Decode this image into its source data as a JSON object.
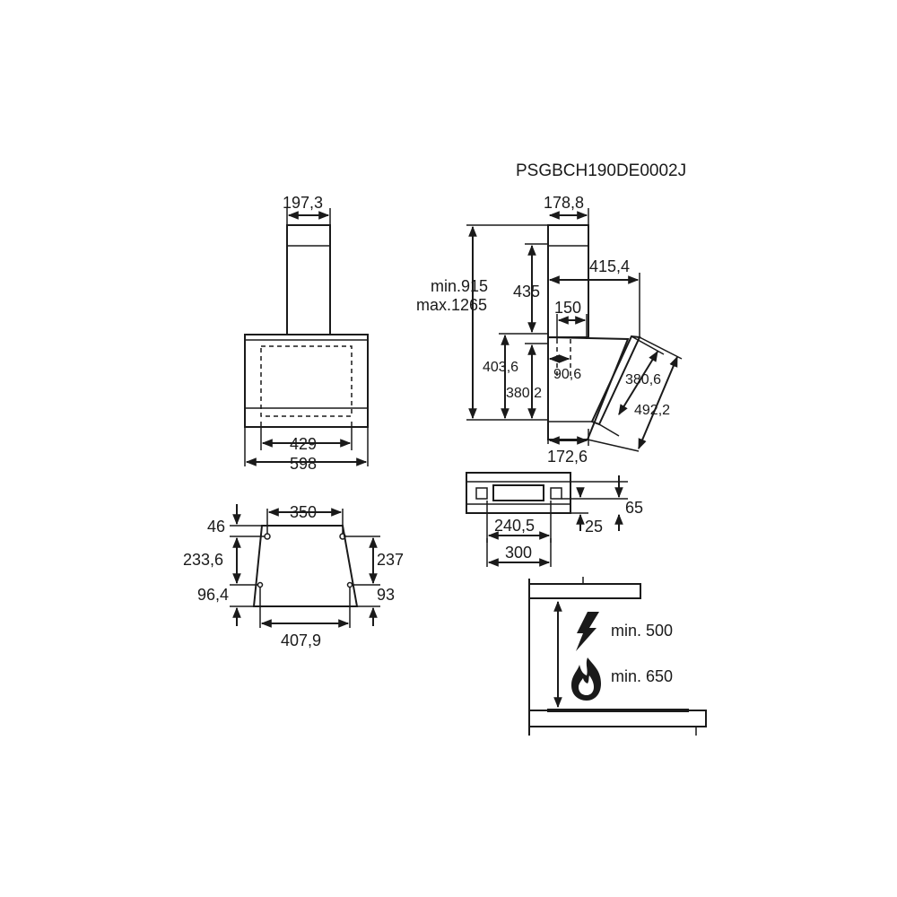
{
  "model_code": "PSGBCH190DE0002J",
  "front_view": {
    "chimney_width": "197,3",
    "inner_width": "429",
    "total_width": "598"
  },
  "side_view": {
    "chimney_depth": "178,8",
    "depth_top": "415,4",
    "height_min": "min.915",
    "height_max": "max.1265",
    "chimney_height": "435",
    "outlet_width": "150",
    "body_height": "403,6",
    "outlet_offset": "90,6",
    "body_height_inner": "380,2",
    "panel_height": "380,6",
    "panel_length": "492,2",
    "base_depth": "172,6"
  },
  "mounting_view": {
    "top_offset": "46",
    "top_hole_spacing": "350",
    "left_hole_height": "233,6",
    "right_hole_height": "237",
    "left_bottom_offset": "96,4",
    "right_bottom_offset": "93",
    "bottom_hole_spacing": "407,9"
  },
  "bracket_view": {
    "slot_height": "65",
    "slot_offset": "25",
    "slot_spacing": "240,5",
    "bracket_width": "300"
  },
  "clearance_view": {
    "electric_label": "min. 500",
    "gas_label": "min. 650",
    "electric_icon": "lightning-icon",
    "gas_icon": "flame-icon"
  }
}
